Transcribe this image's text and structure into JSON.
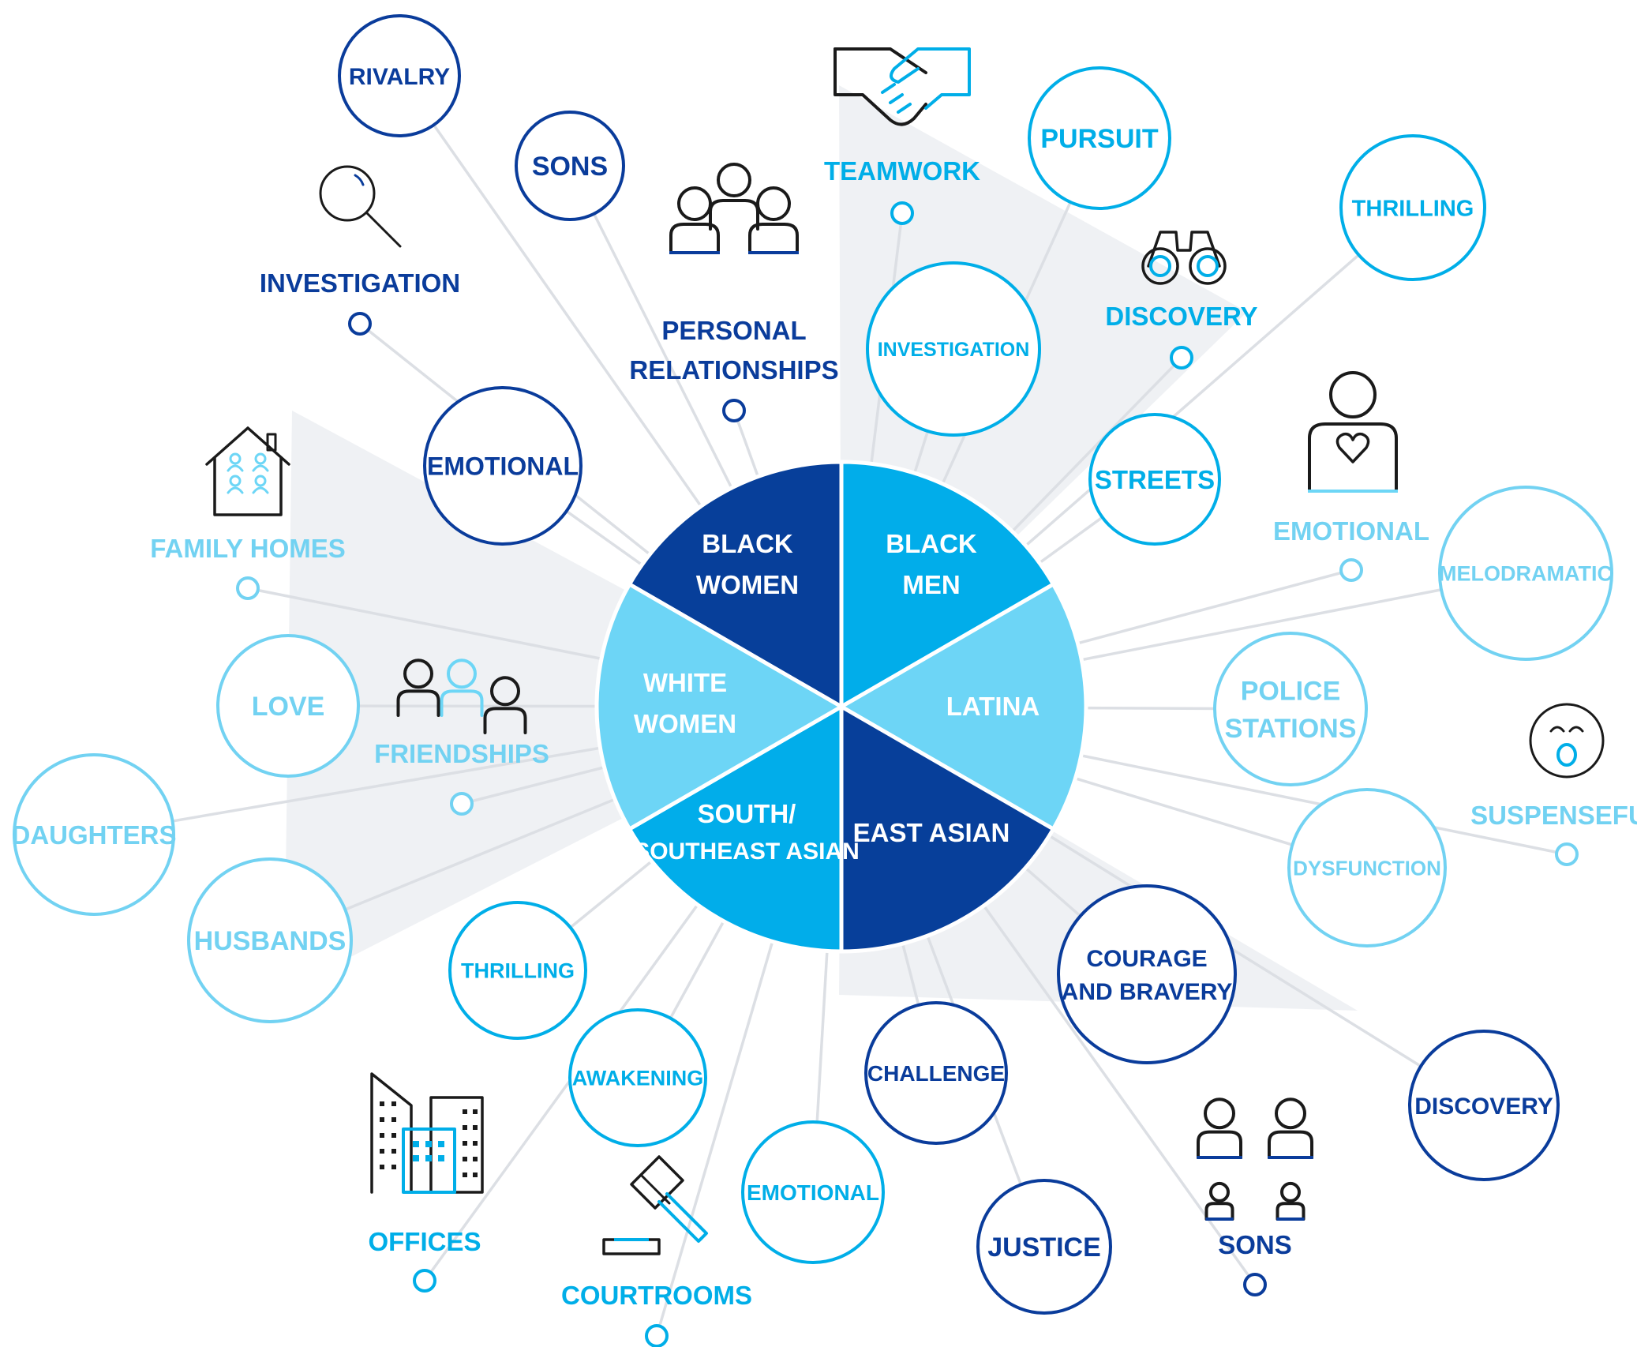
{
  "colors": {
    "navy": "#0a3c9b",
    "navy_dark": "#083a94",
    "blue": "#00aee8",
    "light": "#6dd6f6",
    "pale": "#72d2f2",
    "line": "#dcdfe4",
    "wedge_shade": "#eff1f4",
    "icon_black": "#1a1a1a"
  },
  "center": {
    "segments": [
      {
        "id": "black-women",
        "lines": [
          "BLACK",
          "WOMEN"
        ],
        "color": "#073f9a"
      },
      {
        "id": "black-men",
        "lines": [
          "BLACK",
          "MEN"
        ],
        "color": "#01adea"
      },
      {
        "id": "latina",
        "lines": [
          "LATINA"
        ],
        "color": "#6dd5f6"
      },
      {
        "id": "east-asian",
        "lines": [
          "EAST ASIAN"
        ],
        "color": "#073f9a"
      },
      {
        "id": "south-southeast-asian",
        "lines": [
          "SOUTH/",
          "SOUTHEAST ASIAN"
        ],
        "color": "#01adea"
      },
      {
        "id": "white-women",
        "lines": [
          "WHITE",
          "WOMEN"
        ],
        "color": "#6dd5f6"
      }
    ]
  },
  "themes": [
    {
      "id": "rivalry",
      "group": "black-women",
      "lines": [
        "RIVALRY"
      ],
      "color": "#0a3c9b"
    },
    {
      "id": "sons-top",
      "group": "black-women",
      "lines": [
        "SONS"
      ],
      "color": "#0a3c9b"
    },
    {
      "id": "emotional-bw",
      "group": "black-women",
      "lines": [
        "EMOTIONAL"
      ],
      "color": "#0a3c9b"
    },
    {
      "id": "pursuit",
      "group": "black-men",
      "lines": [
        "PURSUIT"
      ],
      "color": "#00aee8"
    },
    {
      "id": "thrilling-bm",
      "group": "black-men",
      "lines": [
        "THRILLING"
      ],
      "color": "#00aee8"
    },
    {
      "id": "investigation-bm",
      "group": "black-men",
      "lines": [
        "INVESTIGATION"
      ],
      "color": "#00aee8"
    },
    {
      "id": "streets",
      "group": "black-men",
      "lines": [
        "STREETS"
      ],
      "color": "#00aee8"
    },
    {
      "id": "melodramatic",
      "group": "latina",
      "lines": [
        "MELODRAMATIC"
      ],
      "color": "#72d2f2"
    },
    {
      "id": "police-stations",
      "group": "latina",
      "lines": [
        "POLICE",
        "STATIONS"
      ],
      "color": "#72d2f2"
    },
    {
      "id": "dysfunction",
      "group": "latina",
      "lines": [
        "DYSFUNCTION"
      ],
      "color": "#72d2f2"
    },
    {
      "id": "courage-bravery",
      "group": "east-asian",
      "lines": [
        "COURAGE",
        "AND BRAVERY"
      ],
      "color": "#0a3c9b"
    },
    {
      "id": "challenge",
      "group": "east-asian",
      "lines": [
        "CHALLENGE"
      ],
      "color": "#0a3c9b"
    },
    {
      "id": "justice",
      "group": "east-asian",
      "lines": [
        "JUSTICE"
      ],
      "color": "#0a3c9b"
    },
    {
      "id": "discovery-ea",
      "group": "east-asian",
      "lines": [
        "DISCOVERY"
      ],
      "color": "#0a3c9b"
    },
    {
      "id": "thrilling-sa",
      "group": "south-southeast-asian",
      "lines": [
        "THRILLING"
      ],
      "color": "#00aee8"
    },
    {
      "id": "awakening",
      "group": "south-southeast-asian",
      "lines": [
        "AWAKENING"
      ],
      "color": "#00aee8"
    },
    {
      "id": "emotional-sa",
      "group": "south-southeast-asian",
      "lines": [
        "EMOTIONAL"
      ],
      "color": "#00aee8"
    },
    {
      "id": "love",
      "group": "white-women",
      "lines": [
        "LOVE"
      ],
      "color": "#72d2f2"
    },
    {
      "id": "daughters",
      "group": "white-women",
      "lines": [
        "DAUGHTERS"
      ],
      "color": "#72d2f2"
    },
    {
      "id": "husbands",
      "group": "white-women",
      "lines": [
        "HUSBANDS"
      ],
      "color": "#72d2f2"
    }
  ],
  "icon_labels": [
    {
      "id": "investigation-bw",
      "icon": "magnifier-icon",
      "lines": [
        "INVESTIGATION"
      ],
      "color": "#0a3c9b"
    },
    {
      "id": "personal-relationships",
      "icon": "group-people-icon",
      "lines": [
        "PERSONAL",
        "RELATIONSHIPS"
      ],
      "color": "#0a3c9b"
    },
    {
      "id": "teamwork",
      "icon": "handshake-icon",
      "lines": [
        "TEAMWORK"
      ],
      "color": "#00aee8"
    },
    {
      "id": "discovery-bm",
      "icon": "binoculars-icon",
      "lines": [
        "DISCOVERY"
      ],
      "color": "#00aee8"
    },
    {
      "id": "emotional-latina",
      "icon": "person-heart-icon",
      "lines": [
        "EMOTIONAL"
      ],
      "color": "#72d2f2"
    },
    {
      "id": "suspenseful",
      "icon": "surprised-face-icon",
      "lines": [
        "SUSPENSEFUL"
      ],
      "color": "#72d2f2"
    },
    {
      "id": "sons-ea",
      "icon": "family-icon",
      "lines": [
        "SONS"
      ],
      "color": "#0a3c9b"
    },
    {
      "id": "courtrooms",
      "icon": "gavel-icon",
      "lines": [
        "COURTROOMS"
      ],
      "color": "#00aee8"
    },
    {
      "id": "offices",
      "icon": "office-buildings-icon",
      "lines": [
        "OFFICES"
      ],
      "color": "#00aee8"
    },
    {
      "id": "friendships",
      "icon": "friends-icon",
      "lines": [
        "FRIENDSHIPS"
      ],
      "color": "#72d2f2"
    },
    {
      "id": "family-homes",
      "icon": "house-icon",
      "lines": [
        "FAMILY HOMES"
      ],
      "color": "#72d2f2"
    }
  ]
}
